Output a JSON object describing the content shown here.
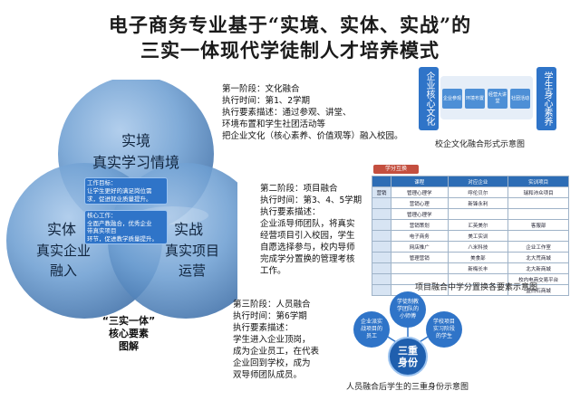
{
  "title": {
    "line1": "电子商务专业基于“实境、实体、实战”的",
    "line2": "三实一体现代学徒制人才培养模式"
  },
  "venn": {
    "top": {
      "line1": "实境",
      "line2": "真实学习情境"
    },
    "left": {
      "line1": "实体",
      "line2": "真实企业",
      "line3": "融入"
    },
    "right": {
      "line1": "实战",
      "line2": "真实项目",
      "line3": "运营"
    },
    "box1": {
      "line1": "工作目标：",
      "line2": "让学生更好的满足岗位需",
      "line3": "求，促进就业质量提升。"
    },
    "box2": {
      "line1": "核心工作：",
      "line2": "全面产教融合，优秀企业",
      "line3": "带真实项目",
      "line4": "环节，促进教学质量提升。"
    },
    "caption": {
      "line1": "“三实一体”",
      "line2": "核心要素",
      "line3": "图解"
    }
  },
  "stage1": {
    "line1": "第一阶段：文化融合",
    "line2": "执行时间：第1、2学期",
    "line3": "执行要素描述：通过参观、讲堂、",
    "line4": "环境布置和学生社团活动等",
    "line5": "把企业文化（核心素养、价值观等）融入校园。"
  },
  "stage2": {
    "line1": "第二阶段：项目融合",
    "line2": "执行时间：第3、4、5学期",
    "line3": "执行要素描述：",
    "line4": "企业派导师团队，将真实",
    "line5": "经营项目引入校园，学生",
    "line6": "自愿选择参与，校内导师",
    "line7": "完成学分置换的管理考核",
    "line8": "工作。"
  },
  "stage3": {
    "line1": "第三阶段：人员融合",
    "line2": "执行时间：第6学期",
    "line3": "执行要素描述：",
    "line4": "学生进入企业顶岗，",
    "line5": "成为企业员工，在代表",
    "line6": "企业回到学校，成为",
    "line7": "双导师团队成员。"
  },
  "culture_diagram": {
    "left_box": "企业核心文化",
    "right_box": "学生身心素养",
    "steps": [
      "企业参观",
      "环境布置",
      "经营大讲堂",
      "社团活动"
    ],
    "caption": "校企文化融合形式示意图"
  },
  "project_diagram": {
    "badge": "学分互换",
    "headers": [
      "课程",
      "对应企业",
      "实训项目"
    ],
    "rows": [
      [
        "营销",
        "管理心理学",
        "呼伦贝尔",
        "瑞和沛众项目"
      ],
      [
        "",
        "营销心理",
        "新锋永利",
        ""
      ],
      [
        "",
        "管理心理学",
        "",
        ""
      ],
      [
        "",
        "营销策划",
        "汇英美尔",
        "客服部"
      ],
      [
        "",
        "电子商务",
        "美工实训",
        ""
      ],
      [
        "",
        "网店推广",
        "八米科技",
        "企业工作室"
      ],
      [
        "",
        "管理营销",
        "美食部",
        "北大荒商城"
      ],
      [
        "",
        "",
        "新梅长丰",
        "北大新商城"
      ],
      [
        "",
        "",
        "",
        "校内电商交易平台"
      ],
      [
        "",
        "",
        "",
        "蓝白石商城"
      ]
    ],
    "caption": "项目融合中学分置换各要素示意图"
  },
  "identity_diagram": {
    "nodes": {
      "left": {
        "line1": "企业派实",
        "line2": "战项目的",
        "line3": "员工"
      },
      "top": {
        "line1": "学徒制教",
        "line2": "学团队的",
        "line3": "小师傅"
      },
      "right": {
        "line1": "学校项目",
        "line2": "实习阶段",
        "line3": "的学生"
      }
    },
    "center": {
      "line1": "三重",
      "line2": "身份"
    },
    "caption": "人员融合后学生的三重身份示意图"
  },
  "colors": {
    "circle": "#4a7db8",
    "circle_light": "#6b9bd0",
    "box": "#2f74c8",
    "title": "#1a1a1a"
  }
}
